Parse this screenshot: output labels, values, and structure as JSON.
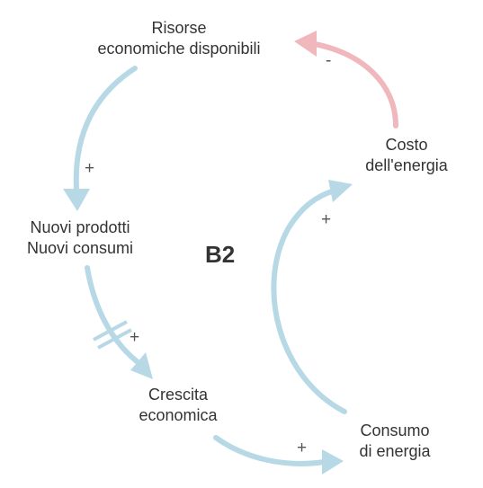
{
  "colors": {
    "positive_link": "#b7d9e6",
    "negative_link": "#f0b8bd",
    "text": "#333333",
    "sign": "#555555"
  },
  "loop_label": "B2",
  "nodes": {
    "risorse": {
      "line1": "Risorse",
      "line2": "economiche disponibili"
    },
    "nuovi": {
      "line1": "Nuovi prodotti",
      "line2": "Nuovi consumi"
    },
    "crescita": {
      "line1": "Crescita",
      "line2": "economica"
    },
    "consumo": {
      "line1": "Consumo",
      "line2": "di energia"
    },
    "costo": {
      "line1": "Costo",
      "line2": "dell'energia"
    }
  },
  "links": {
    "risorse_to_nuovi": {
      "polarity": "+"
    },
    "nuovi_to_crescita": {
      "polarity": "+",
      "delay": true
    },
    "crescita_to_consumo": {
      "polarity": "+"
    },
    "consumo_to_costo": {
      "polarity": "+"
    },
    "costo_to_risorse": {
      "polarity": "-"
    }
  }
}
